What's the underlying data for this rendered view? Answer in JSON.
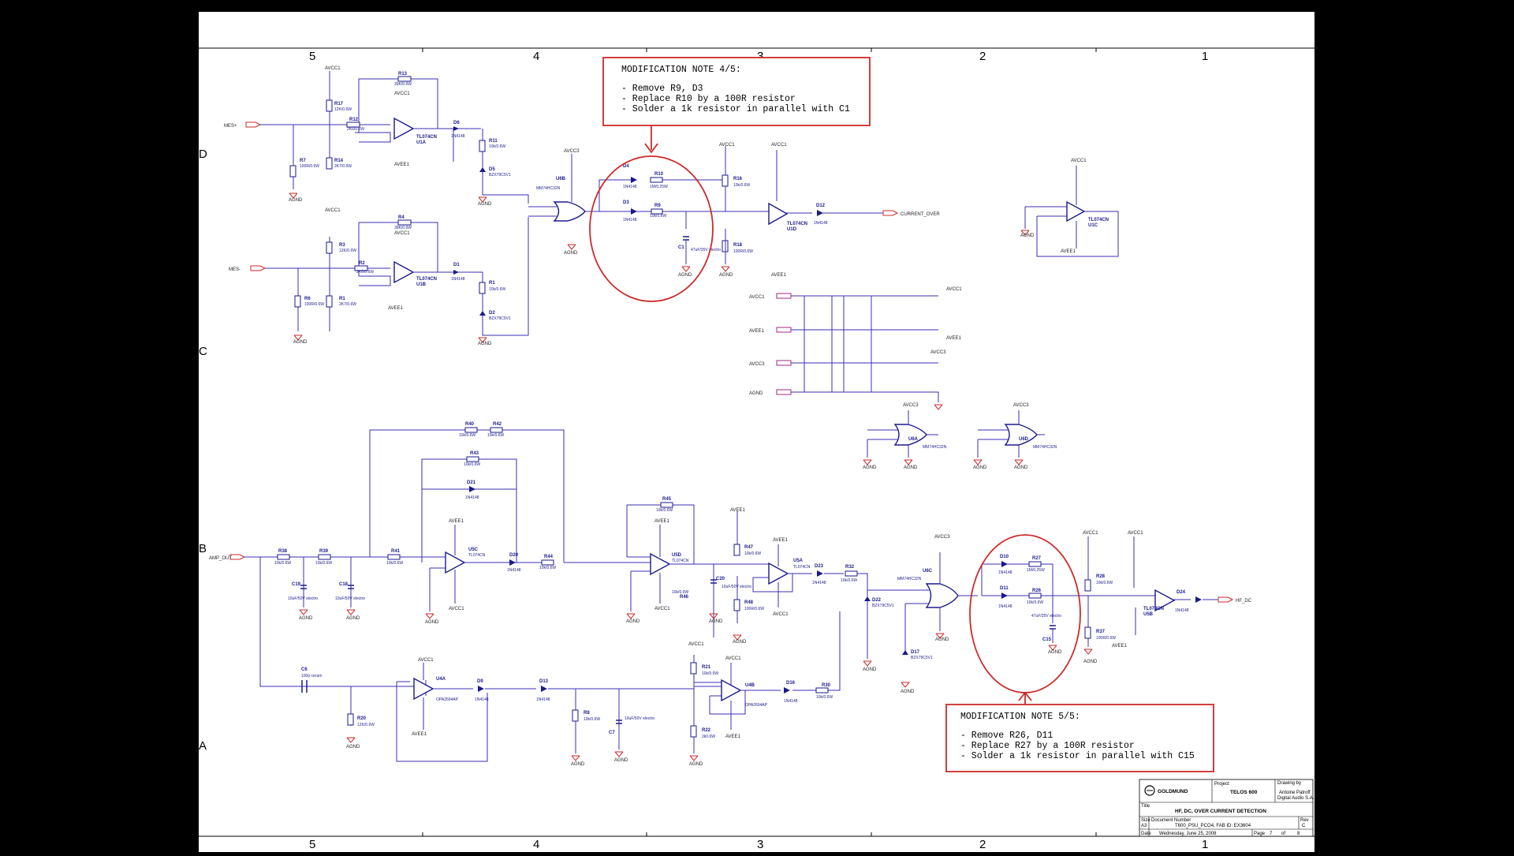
{
  "frame": {
    "columns": [
      "5",
      "4",
      "3",
      "2",
      "1"
    ],
    "rows": [
      "D",
      "C",
      "B",
      "A"
    ]
  },
  "notes": [
    {
      "title": "MODIFICATION NOTE 4/5:",
      "lines": [
        "- Remove R9, D3",
        "- Replace R10 by a 100R resistor",
        "- Solder a 1k resistor in parallel with C1"
      ]
    },
    {
      "title": "MODIFICATION NOTE 5/5:",
      "lines": [
        "- Remove R26, D11",
        "- Replace R27 by a 100R resistor",
        "- Solder a 1k resistor in parallel with C15"
      ]
    }
  ],
  "nets": {
    "mesp": "MES+",
    "mesm": "MES-",
    "current_over": "CURRENT_OVER",
    "amp_out": "AMP_OUT",
    "hf_dc": "HF_DC",
    "avcc1": "AVCC1",
    "avee1": "AVEE1",
    "avcc3": "AVCC3",
    "agnd": "AGND"
  },
  "components": {
    "r13": [
      "R13",
      "39K/0.6W"
    ],
    "r17": [
      "R17",
      "12K/0.6W"
    ],
    "r12": [
      "R12",
      "2K6/0.6W"
    ],
    "r7": [
      "R7",
      "100R/0.6W"
    ],
    "r14": [
      "R14",
      "2K7/0.6W"
    ],
    "u1a": [
      "TL074CN",
      "U1A"
    ],
    "d6": [
      "D6",
      "1N4148"
    ],
    "r11": [
      "R11",
      "10k/0.6W"
    ],
    "d5": [
      "D5",
      "BZX79C5V1"
    ],
    "r4": [
      "R4",
      "39K/0.6W"
    ],
    "r3": [
      "R3",
      "12K/0.6W"
    ],
    "r2": [
      "R2",
      "2K6/0.6W"
    ],
    "r6": [
      "R6",
      "100R/0.6W"
    ],
    "r1": [
      "R1",
      "2K7/0.6W"
    ],
    "u1b": [
      "TL074CN",
      "U1B"
    ],
    "d1": [
      "D1",
      "1N4148"
    ],
    "r1b": [
      "R1",
      "10k/0.6W"
    ],
    "d2": [
      "D2",
      "BZX79C5V1"
    ],
    "u6b": [
      "U6B",
      "MM74HC32N"
    ],
    "d4": [
      "D4",
      "1N4148"
    ],
    "r10": [
      "R10",
      "1M/0.25W"
    ],
    "d3": [
      "D3",
      "1N4148"
    ],
    "r9": [
      "R9",
      "10k/0.6W"
    ],
    "c1": [
      "C1",
      "47uF/35V electro"
    ],
    "r16": [
      "R16",
      "10k/0.6W"
    ],
    "r18": [
      "R18",
      "100R/0.6W"
    ],
    "u1d": [
      "TL074CN",
      "U1D"
    ],
    "d12": [
      "D12",
      "1N4148"
    ],
    "u1c": [
      "TL074CN",
      "U1C"
    ],
    "u6a": [
      "U6A",
      "MM74HC32N"
    ],
    "u6d": [
      "U6D",
      "MM74HC32N"
    ],
    "r40": [
      "R40",
      "10k/0.6W"
    ],
    "r42": [
      "R42",
      "10k/0.6W"
    ],
    "r43": [
      "R43",
      "10k/0.6W"
    ],
    "d21": [
      "D21",
      "1N4148"
    ],
    "r38": [
      "R38",
      "10k/0.6W"
    ],
    "r39": [
      "R39",
      "10k/0.6W"
    ],
    "c19": [
      "C19",
      "10uF/50V electro"
    ],
    "c18": [
      "C18",
      "10uF/50V electro"
    ],
    "r41": [
      "R41",
      "10k/0.6W"
    ],
    "u5c": [
      "U5C",
      "TL074CN"
    ],
    "d20": [
      "D20",
      "1N4148"
    ],
    "r44": [
      "R44",
      "10k/0.6W"
    ],
    "r45": [
      "R45",
      "10k/0.6W"
    ],
    "u5d": [
      "U5D",
      "TL074CN"
    ],
    "r46": [
      "R46",
      "10k/0.6W"
    ],
    "c20": [
      "C20",
      "10uF/50V electro"
    ],
    "r47": [
      "R47",
      "10k/0.6W"
    ],
    "r48": [
      "R48",
      "100R/0.6W"
    ],
    "u5a": [
      "U5A",
      "TL074CN"
    ],
    "d23": [
      "D23",
      "1N4148"
    ],
    "r32": [
      "R32",
      "10k/0.6W"
    ],
    "d22": [
      "D22",
      "BZX79C5V1"
    ],
    "u6c": [
      "U6C",
      "MM74HC32N"
    ],
    "d10": [
      "D10",
      "1N4148"
    ],
    "r27": [
      "R27",
      "1M/0.25W"
    ],
    "d11": [
      "D11",
      "1N4148"
    ],
    "r26": [
      "R26",
      "10k/0.6W"
    ],
    "c15": [
      "C15",
      "47uF/35V electro"
    ],
    "r28": [
      "R28",
      "10k/0.6W"
    ],
    "r37": [
      "R37",
      "100R/0.6W"
    ],
    "u5b": [
      "TL074CN",
      "U5B"
    ],
    "d24": [
      "D24",
      "1N4148"
    ],
    "c6": [
      "C6",
      "100p ceram"
    ],
    "r20": [
      "R20",
      "12K/0.6W"
    ],
    "u4a": [
      "U4A",
      "OPA2604AP"
    ],
    "d9": [
      "D9",
      "1N4148"
    ],
    "d13": [
      "D13",
      "1N4148"
    ],
    "r8": [
      "R8",
      "10k/0.6W"
    ],
    "c7": [
      "C7",
      "10uF/50V electro"
    ],
    "r21": [
      "R21",
      "10k/0.6W"
    ],
    "r22": [
      "R22",
      "2k0.6W"
    ],
    "u4b": [
      "U4B",
      "OPA2604AP"
    ],
    "d16": [
      "D16",
      "1N4148"
    ],
    "r30": [
      "R30",
      "10k/0.6W"
    ],
    "d17": [
      "D17",
      "BZX79C5V1"
    ]
  },
  "title_block": {
    "logo": "GOLDMUND",
    "project_label": "Project",
    "project": "TELOS 600",
    "drawing_by_label": "Drawing by",
    "drawing_by": "Antoine Patroff",
    "company": "Digital Audio S.A.",
    "title_label": "Title",
    "title": "HF, DC, OVER CURRENT DETECTION",
    "size_label": "Size",
    "size": "A3",
    "doc_label": "Document Number",
    "doc": "T600_PSU_PCO4, FAB ID: EX3604",
    "rev_label": "Rev",
    "rev": "C",
    "date_label": "Date",
    "date": "Wednesday, June 25, 2008",
    "page_label": "Page",
    "page": "7",
    "of_label": "of",
    "pages": "8"
  }
}
